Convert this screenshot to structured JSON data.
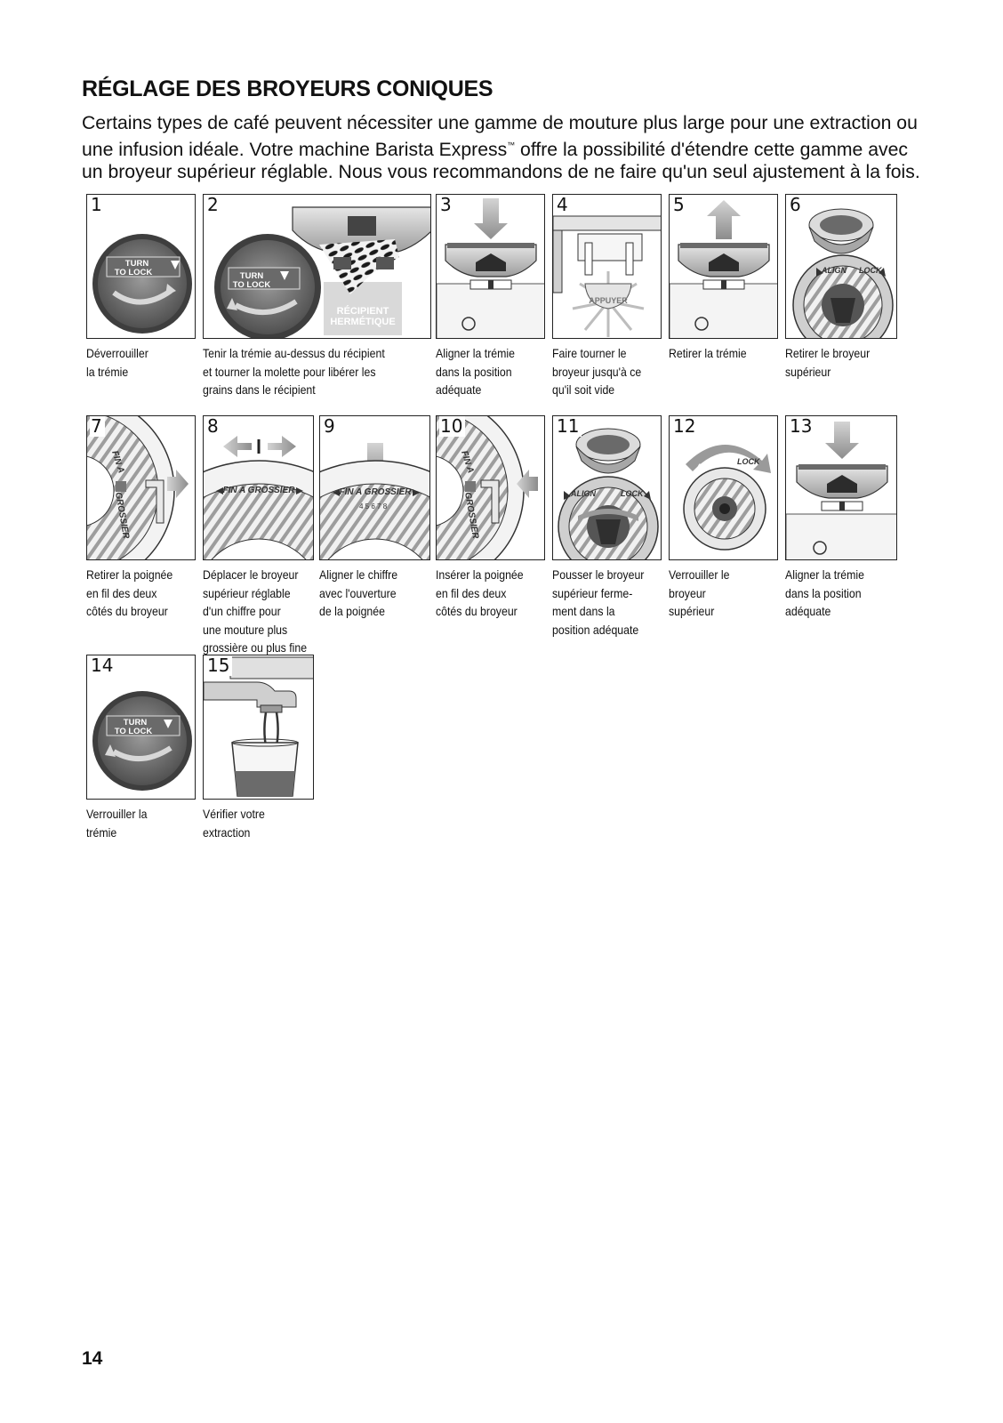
{
  "title": "RÉGLAGE DES BROYEURS CONIQUES",
  "intro": {
    "line1": "Certains types de café peuvent nécessiter une gamme de mouture plus large pour une extraction ou",
    "line2_a": "une infusion idéale. Votre machine Barista Express",
    "trademark": "™",
    "line2_b": " offre la possibilité d'étendre cette gamme avec",
    "line3": "un broyeur supérieur réglable. Nous vous recommandons de ne faire qu'un seul ajustement à la fois."
  },
  "illustration_text": {
    "turn": "TURN",
    "to_lock": "TO LOCK",
    "recipient_1": "RÉCIPIENT",
    "recipient_2": "HERMÉTIQUE",
    "appuyer": "APPUYER",
    "align": "ALIGN",
    "lock": "LOCK",
    "fin_a": "FIN A",
    "grossier": "GROSSIER",
    "fin_a_grossier": "FIN A GROSSIER",
    "dial_numbers": "4  5  6  7  8"
  },
  "steps": [
    {
      "number": "1",
      "caption": [
        "Déverrouiller",
        "la trémie"
      ]
    },
    {
      "number": "2",
      "caption": [
        "Tenir la trémie au-dessus du récipient",
        "et tourner la molette pour libérer les",
        "grains dans le récipient"
      ]
    },
    {
      "number": "3",
      "caption": [
        "Aligner la trémie",
        "dans la position",
        "adéquate"
      ]
    },
    {
      "number": "4",
      "caption": [
        "Faire tourner le",
        "broyeur jusqu'à ce",
        "qu'il soit vide"
      ]
    },
    {
      "number": "5",
      "caption": [
        "Retirer la trémie"
      ]
    },
    {
      "number": "6",
      "caption": [
        "Retirer le broyeur",
        "supérieur"
      ]
    },
    {
      "number": "7",
      "caption": [
        "Retirer la poignée",
        "en fil des deux",
        "côtés du broyeur"
      ]
    },
    {
      "number": "8",
      "caption": [
        "Déplacer le broyeur",
        "supérieur réglable",
        "d'un chiffre pour",
        "une mouture plus",
        "grossière ou plus fine"
      ]
    },
    {
      "number": "9",
      "caption": [
        "Aligner le chiffre",
        "avec l'ouverture",
        "de la poignée"
      ]
    },
    {
      "number": "10",
      "caption": [
        "Insérer la poignée",
        "en fil des deux",
        "côtés du broyeur"
      ]
    },
    {
      "number": "11",
      "caption": [
        "Pousser le broyeur",
        "supérieur ferme-",
        "ment dans la",
        "position adéquate"
      ]
    },
    {
      "number": "12",
      "caption": [
        "Verrouiller le",
        "broyeur",
        "supérieur"
      ]
    },
    {
      "number": "13",
      "caption": [
        "Aligner la trémie",
        "dans la position",
        "adéquate"
      ]
    },
    {
      "number": "14",
      "caption": [
        "Verrouiller la",
        "trémie"
      ]
    },
    {
      "number": "15",
      "caption": [
        "Vérifier votre",
        "extraction"
      ]
    }
  ],
  "page_number": "14"
}
